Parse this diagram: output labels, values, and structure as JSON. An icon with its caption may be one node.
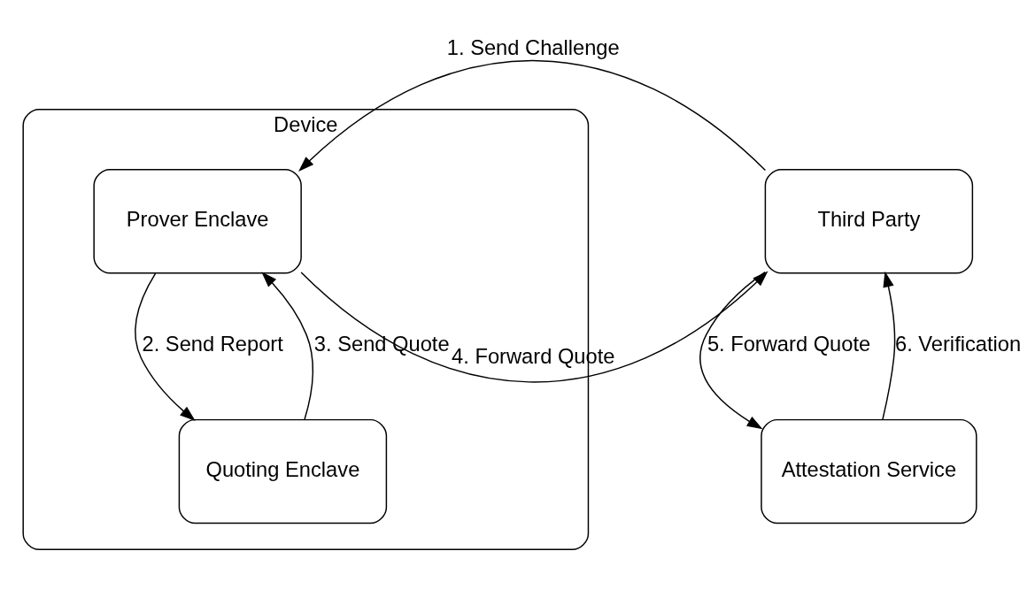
{
  "diagram": {
    "nodes": [
      {
        "text": [
          "Device"
        ]
      },
      {
        "text": [
          "Prover Enclave"
        ],
        "in": 0
      },
      {
        "text": [
          "Quoting Enclave"
        ],
        "in": 0
      },
      {
        "text": [
          "Third Party"
        ]
      },
      {
        "text": [
          "Attestation Service"
        ]
      }
    ],
    "edges": [
      {
        "from": 3,
        "to": 1,
        "arrow": "to",
        "label": "1. Send Challenge"
      },
      {
        "from": 1,
        "to": 2,
        "arrow": "to",
        "label": "2. Send Report"
      },
      {
        "from": 2,
        "to": 1,
        "arrow": "to",
        "label": "3. Send Quote"
      },
      {
        "from": 1,
        "to": 3,
        "arrow": "to",
        "label": "4. Forward Quote"
      },
      {
        "from": 3,
        "to": 4,
        "arrow": "to",
        "label": "5. Forward Quote"
      },
      {
        "from": 4,
        "to": 3,
        "arrow": "to",
        "label": "6. Verification"
      }
    ]
  }
}
